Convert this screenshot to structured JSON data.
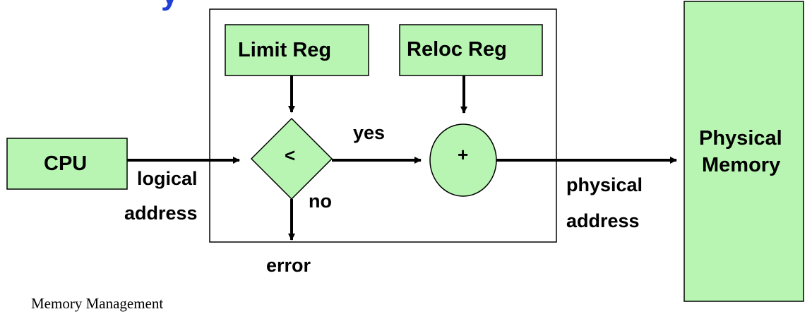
{
  "diagram": {
    "title_fragment": "y",
    "nodes": {
      "cpu": "CPU",
      "limit_reg": "Limit Reg",
      "reloc_reg": "Reloc Reg",
      "compare": "<",
      "adder": "+",
      "physical_memory": [
        "Physical",
        "Memory"
      ]
    },
    "edge_labels": {
      "logical_address": [
        "logical",
        "address"
      ],
      "yes": "yes",
      "no": "no",
      "error": "error",
      "physical_address": [
        "physical",
        "address"
      ]
    },
    "colors": {
      "box_fill": "#b8f5b2",
      "stroke": "#000000",
      "title_blue": "#1f3fd6"
    }
  },
  "footer": "Memory Management"
}
